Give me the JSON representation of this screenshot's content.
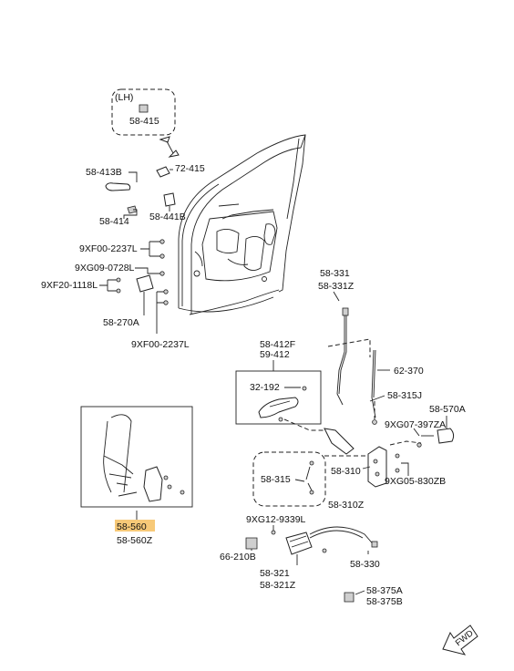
{
  "labels": {
    "lh": "(LH)",
    "p58_415": "58-415",
    "p58_413b": "58-413B",
    "p72_415": "72-415",
    "p58_414": "58-414",
    "p58_441b": "58-441B",
    "p9xf00_top": "9XF00-2237L",
    "p9xg09": "9XG09-0728L",
    "p9xf20": "9XF20-1118L",
    "p58_270a": "58-270A",
    "p9xf00_bottom": "9XF00-2237L",
    "p58_331": "58-331",
    "p58_331z": "58-331Z",
    "p58_412f": "58-412F",
    "p59_412": "59-412",
    "p62_370": "62-370",
    "p32_192": "32-192",
    "p58_315j": "58-315J",
    "p58_570a": "58-570A",
    "p9xg07": "9XG07-397ZA",
    "p9xg05": "9XG05-830ZB",
    "p58_315": "58-315",
    "p58_310": "58-310",
    "p58_310z": "58-310Z",
    "p58_560": "58-560",
    "p58_560z": "58-560Z",
    "p9xg12": "9XG12-9339L",
    "p66_210b": "66-210B",
    "p58_321": "58-321",
    "p58_321z": "58-321Z",
    "p58_330": "58-330",
    "p58_375a": "58-375A",
    "p58_375b": "58-375B",
    "fwd": "FWD"
  },
  "colors": {
    "highlight": "#f7c978",
    "line": "#222222"
  },
  "highlighted_part": "58-560"
}
